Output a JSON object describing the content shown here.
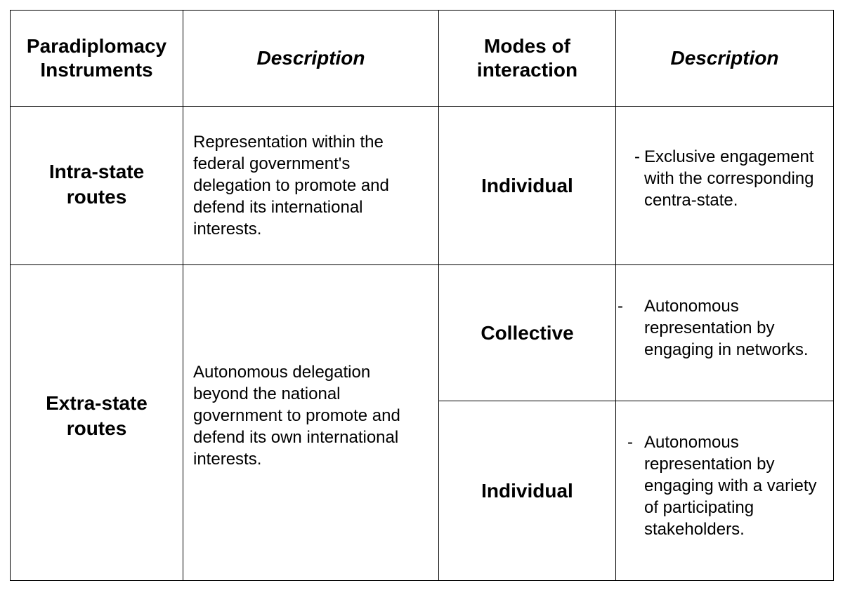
{
  "header": {
    "col1": "Paradiplomacy Instruments",
    "col2": "Description",
    "col3": "Modes of interaction",
    "col4": "Description"
  },
  "rows": [
    {
      "route": "Intra-state routes",
      "description": "Representation within the federal government's delegation to promote and defend its international interests.",
      "modes": [
        {
          "mode": "Individual",
          "bullet": "-",
          "detail": "Exclusive engagement with the corresponding centra-state."
        }
      ]
    },
    {
      "route": "Extra-state routes",
      "description": "Autonomous delegation beyond the national government to promote and defend its own international interests.",
      "modes": [
        {
          "mode": "Collective",
          "bullet": "-",
          "detail": "Autonomous representation by engaging in networks."
        },
        {
          "mode": "Individual",
          "bullet": "-",
          "detail": "Autonomous representation by engaging with a variety of participating stakeholders."
        }
      ]
    }
  ]
}
